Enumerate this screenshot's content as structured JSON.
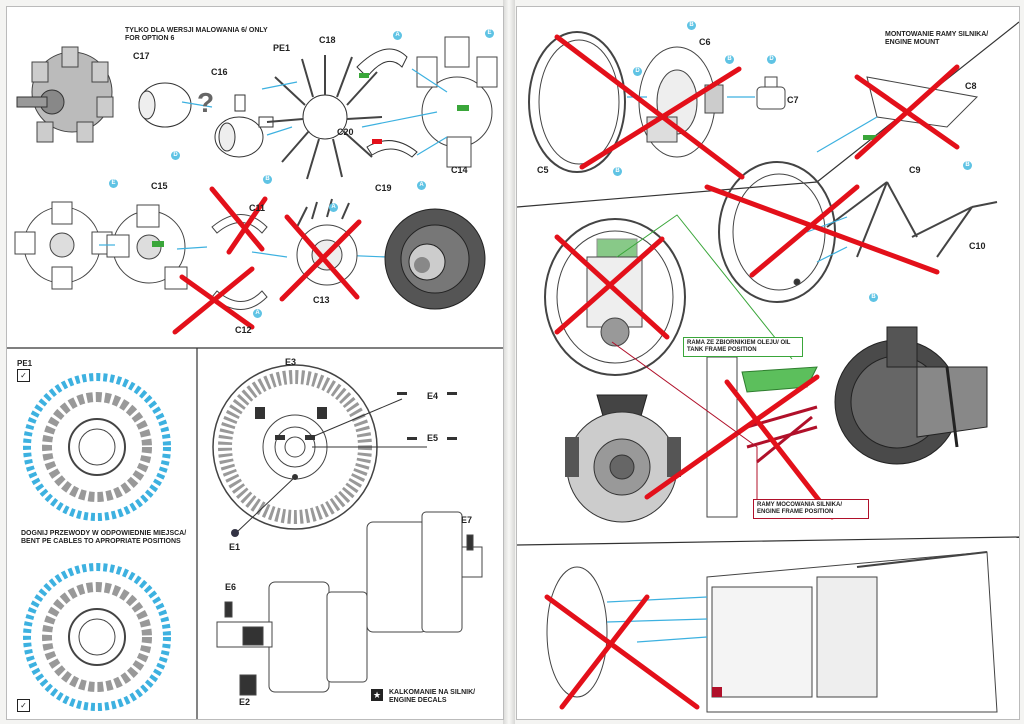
{
  "left_page": {
    "option_note": "TYLKO DLA WERSJI MALOWANIA 6/ ONLY FOR OPTION 6",
    "question_mark": "?",
    "cable_note": "DOGNIJ PRZEWODY W ODPOWIEDNIE MIEJSCA/ BENT PE CABLES TO APROPRIATE POSITIONS",
    "decals_note": "KALKOMANIE NA SILNIK/ ENGINE DECALS",
    "parts": {
      "c17": "C17",
      "c16": "C16",
      "pe1": "PE1",
      "c18": "C18",
      "c20": "C20",
      "c14": "C14",
      "c19": "C19",
      "c15": "C15",
      "c11": "C11",
      "c12": "C12",
      "c13": "C13",
      "pe1_box": "PE1",
      "e3": "E3",
      "e4": "E4",
      "e5": "E5",
      "e1": "E1",
      "e6": "E6",
      "e2": "E2",
      "e7": "E7"
    }
  },
  "right_page": {
    "engine_mount_title": "MONTOWANIE RAMY SILNIKA/ ENGINE MOUNT",
    "oil_tank_frame": "RAMA ZE ZBIORNIKIEM OLEJU/ OIL TANK FRAME POSITION",
    "engine_frame": "RAMY MOCOWANIA SILNIKA/ ENGINE FRAME POSITION",
    "parts": {
      "c6": "C6",
      "c7": "C7",
      "c5": "C5",
      "c8": "C8",
      "c9": "C9",
      "c10": "C10"
    }
  },
  "callout_letters": {
    "a": "A",
    "b": "B",
    "d": "D",
    "e": "E"
  },
  "colors": {
    "cross": "#e3101a",
    "callout": "#5fc3e4",
    "oil_frame": "#3aa63a",
    "engine_frame": "#b0102a",
    "cables": "#3db1e0"
  }
}
